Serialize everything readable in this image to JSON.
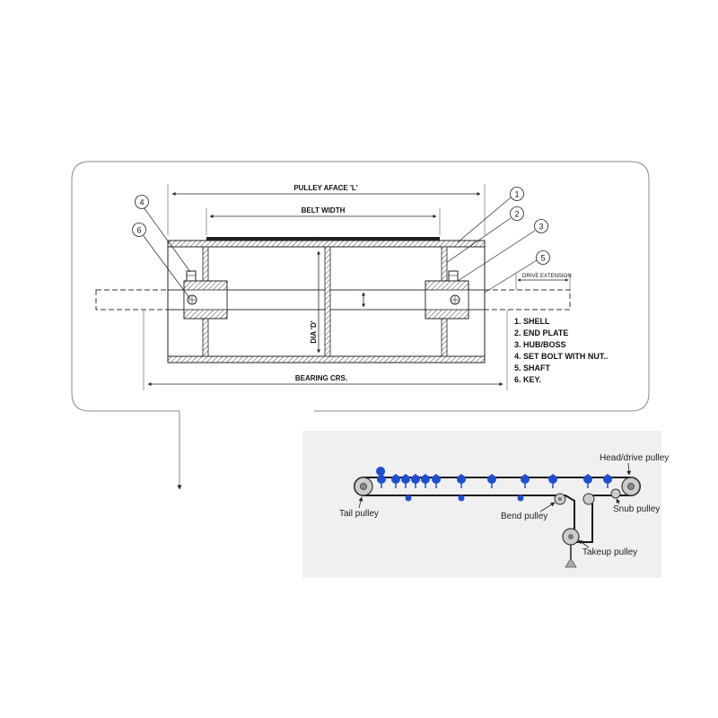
{
  "pulley_drawing": {
    "dimensions": {
      "face_width": "PULLEY AFACE 'L'",
      "belt_width": "BELT WIDTH",
      "diameter": "DIA 'D'",
      "bearing_centers": "BEARING CRS.",
      "drive_extension": "DRIVE EXTENSION"
    },
    "callouts": [
      "1",
      "2",
      "3",
      "4",
      "5",
      "6"
    ],
    "legend": [
      "1.  SHELL",
      "2.  END PLATE",
      "3.  HUB/BOSS",
      "4.  SET BOLT WITH NUT..",
      "5.  SHAFT",
      "6.  KEY."
    ]
  },
  "conveyor_diagram": {
    "labels": {
      "head": "Head/drive pulley",
      "tail": "Tail pulley",
      "bend": "Bend pulley",
      "snub": "Snub pulley",
      "takeup": "Takeup pulley"
    },
    "colors": {
      "idler": "#1f4fd0",
      "panel": "#f0f0f0",
      "belt": "#1a1a1a"
    }
  }
}
